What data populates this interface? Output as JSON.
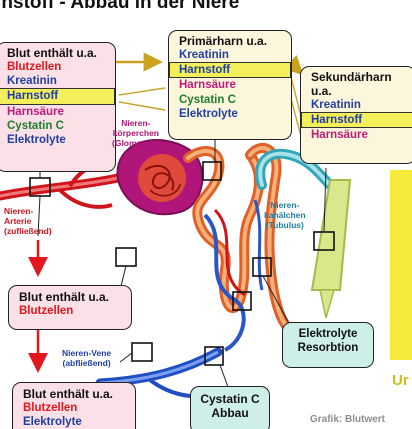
{
  "title": "rnstoff - Abbau in der Niere",
  "colors": {
    "red": "#e2161c",
    "blue": "#1f3fa6",
    "pink": "#c2187a",
    "green": "#1d7f2e",
    "highlight": "#f3ef5a",
    "box_pink": "#fbe1e7",
    "box_cream": "#fbf6dc",
    "box_teal": "#cdeee9",
    "arrow_gold": "#caa21e"
  },
  "boxes": {
    "blood": {
      "title": "Blut enthält u.a.",
      "items": [
        "Blutzellen",
        "Kreatinin",
        "Harnstoff",
        "Harnsäure",
        "Cystatin C",
        "Elektrolyte"
      ]
    },
    "primary": {
      "title": "Primärharn u.a.",
      "items": [
        "Kreatinin",
        "Harnstoff",
        "Harnsäure",
        "Cystatin C",
        "Elektrolyte"
      ]
    },
    "secondary": {
      "title_line1": "Sekundärharn",
      "title_line2": "u.a.",
      "items": [
        "Kreatinin",
        "Harnstoff",
        "Harnsäure"
      ]
    },
    "blood2": {
      "title": "Blut enthält u.a.",
      "items": [
        "Blutzellen"
      ]
    },
    "blood3": {
      "title": "Blut enthält u.a.",
      "items": [
        "Blutzellen",
        "Elektrolyte"
      ]
    },
    "electrolyte": {
      "line1": "Elektrolyte",
      "line2": "Resorbtion"
    },
    "cystatin": {
      "line1": "Cystatin C",
      "line2": "Abbau"
    }
  },
  "labels": {
    "glomerulus": [
      "Nieren-",
      "körperchen",
      "(Glomerula)"
    ],
    "artery": [
      "Nieren-",
      "Arterie",
      "(zufließend)"
    ],
    "tubulus": [
      "Nieren-",
      "kanälchen",
      "(Tubulus)"
    ],
    "vein": [
      "Nieren-Vene",
      "(abfließend)"
    ]
  },
  "corner_text": "Ur",
  "credit": "Grafik: Blutwert"
}
